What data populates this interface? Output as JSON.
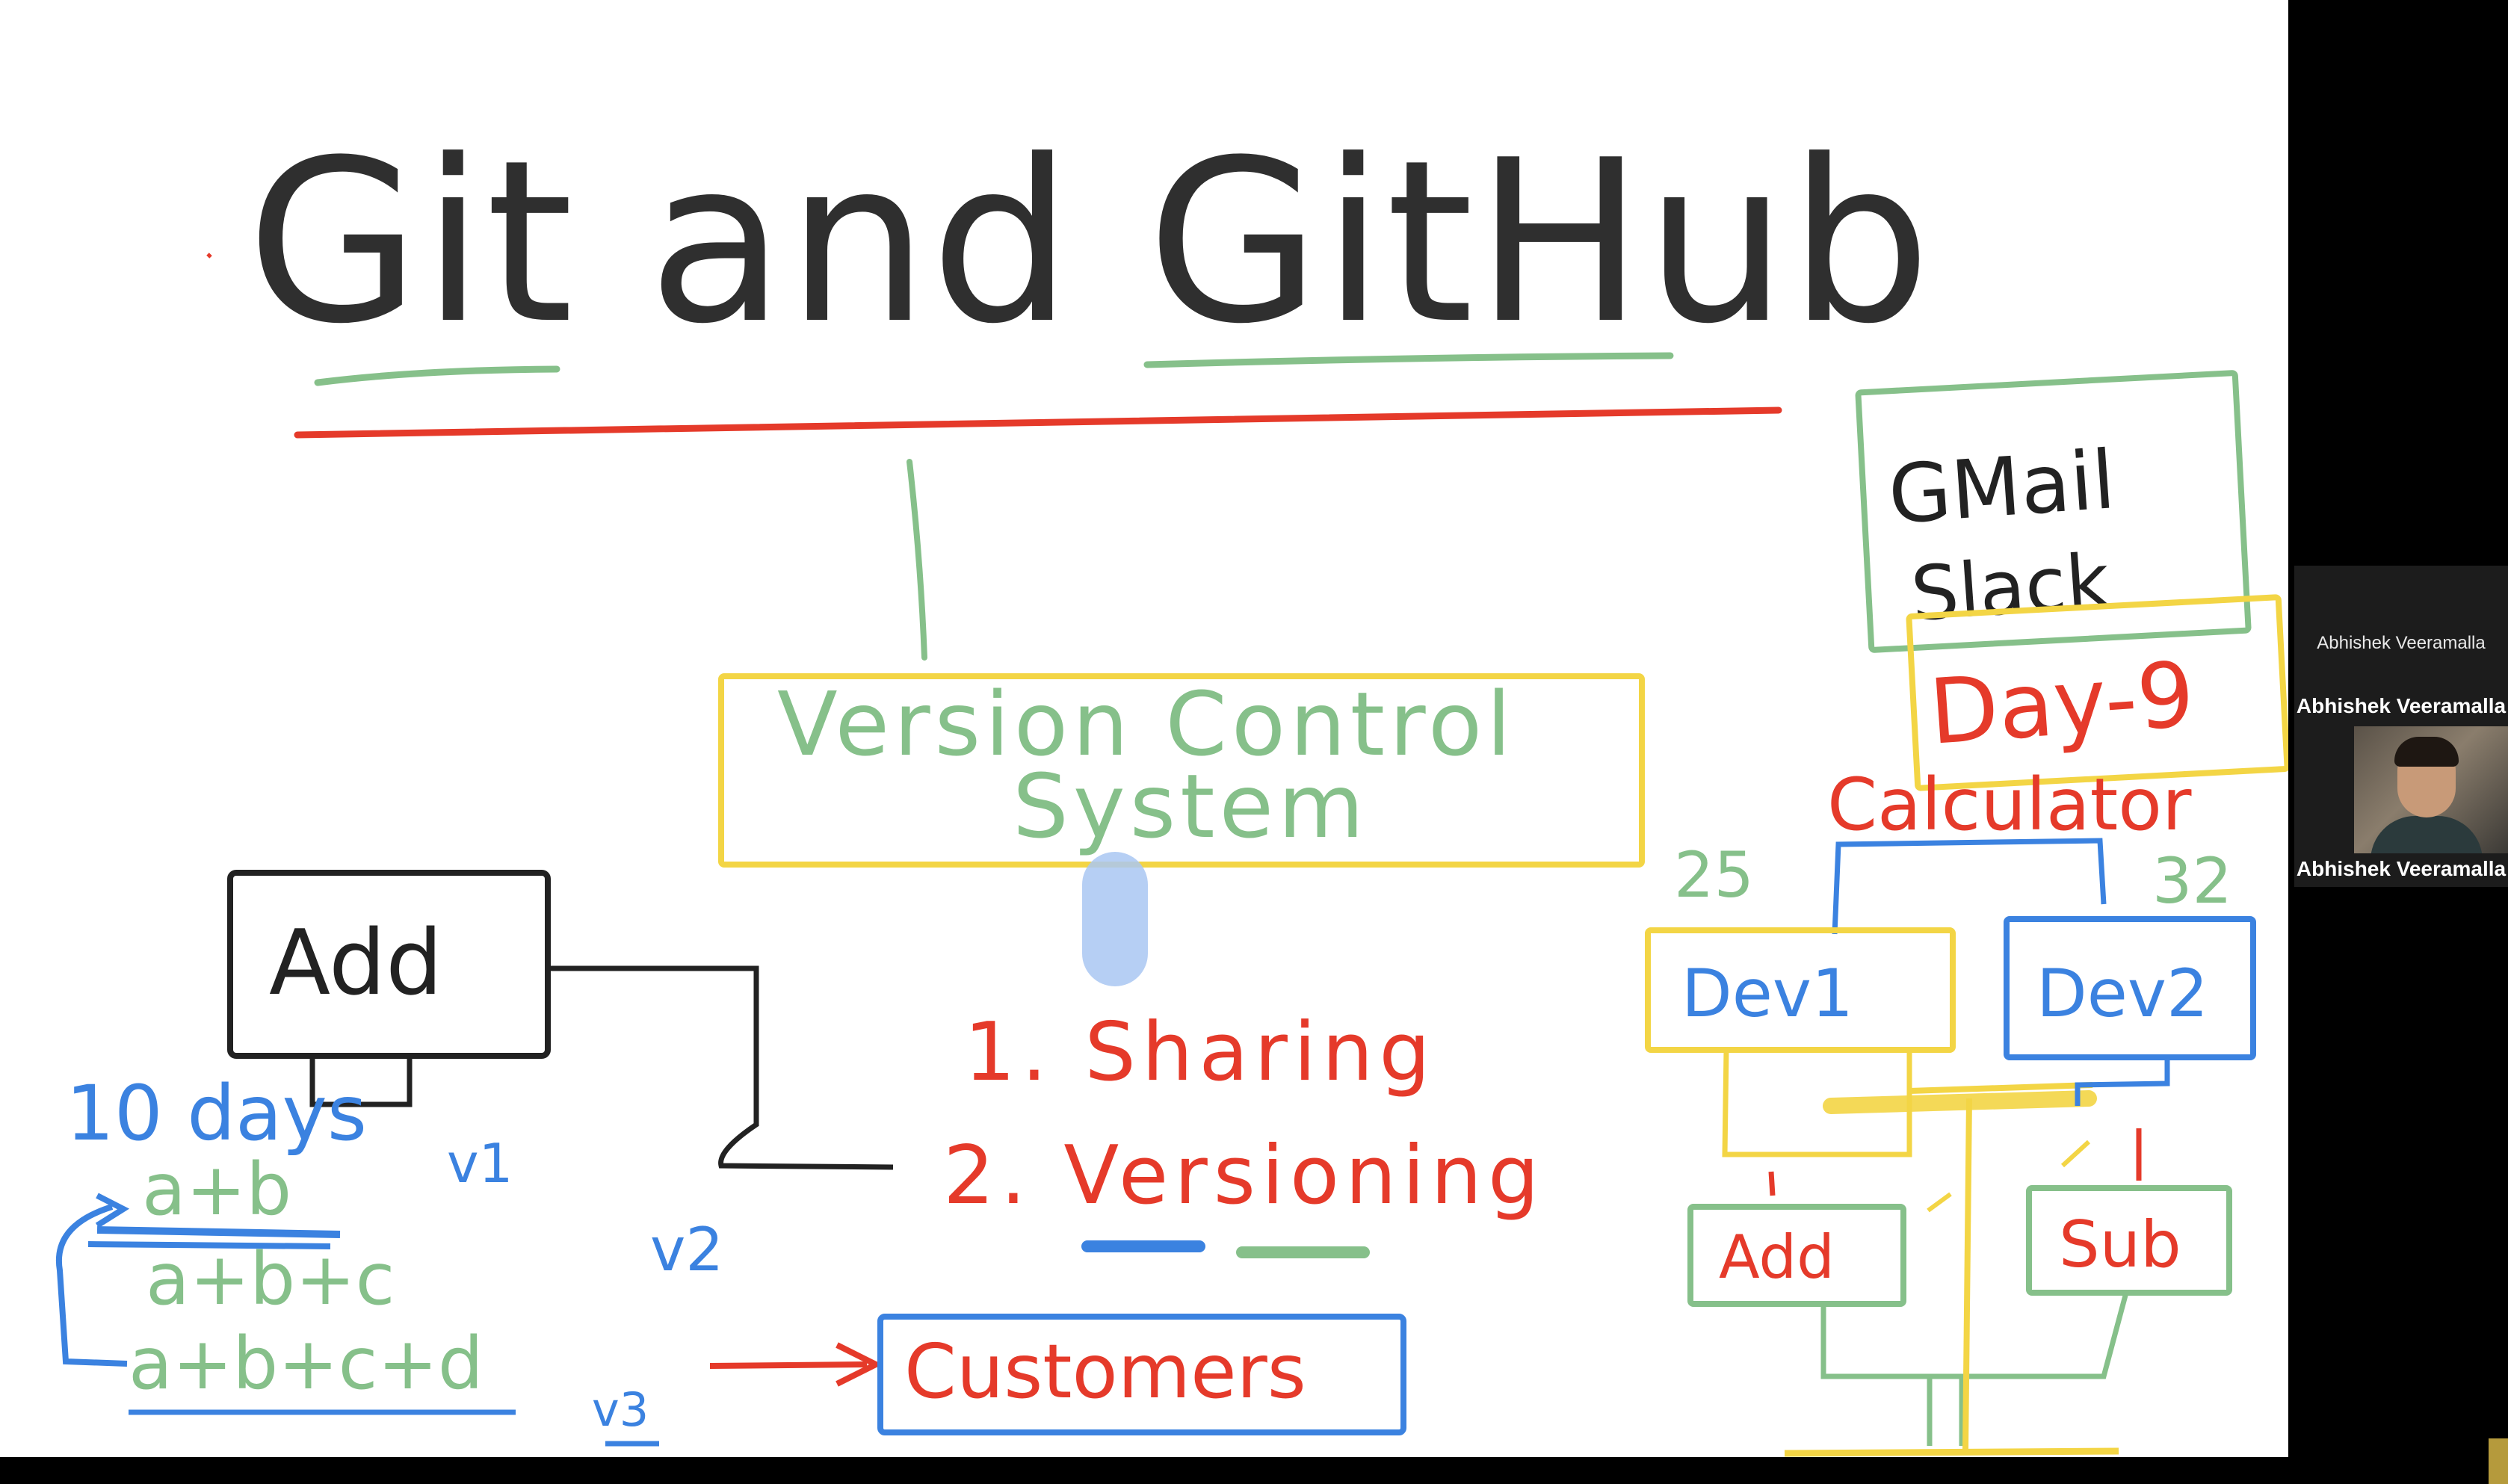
{
  "slide": {
    "title": "Git and GitHub",
    "vcs_label_line1": "Version Control",
    "vcs_label_line2": "System",
    "points": [
      "1. Sharing",
      "2. Versioning"
    ],
    "add_box": "Add",
    "ten_days": "10 days",
    "v1": "v1",
    "v2": "v2",
    "v3": "v3",
    "code_lines": [
      "a+b",
      "a+b+c",
      "a+b+c+d"
    ],
    "customers": "Customers",
    "gmail_line1": "GMail",
    "gmail_line2": "Slack",
    "day": "Day-9",
    "calculator": "Calculator",
    "dev1": "Dev1",
    "dev2": "Dev2",
    "num_25": "25",
    "num_32": "32",
    "add_small": "Add",
    "sub_small": "Sub"
  },
  "participants": {
    "top_name": "Abhishek Veeramalla",
    "mid_name": "Abhishek Veeramalla",
    "bottom_name": "Abhishek Veeramalla"
  },
  "colors": {
    "green": "#86c08a",
    "red": "#e53a2a",
    "blue": "#3b82e0",
    "yellow": "#f3d545",
    "black": "#222222",
    "title": "#2f2f2f"
  }
}
